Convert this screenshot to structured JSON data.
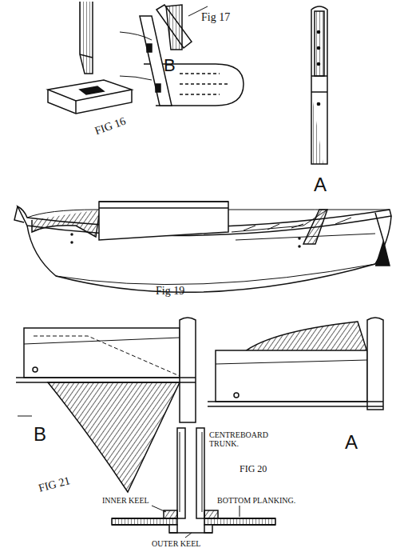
{
  "diagram": {
    "labels": [
      "FIG 16",
      "Fig 17",
      "B",
      "A",
      "Fig 19",
      "B",
      "FIG 21",
      "A",
      "CENTREBOARD TRUNK.",
      "FIG 20",
      "INNER KEEL",
      "BOTTOM PLANKING.",
      "OUTER KEEL"
    ]
  }
}
